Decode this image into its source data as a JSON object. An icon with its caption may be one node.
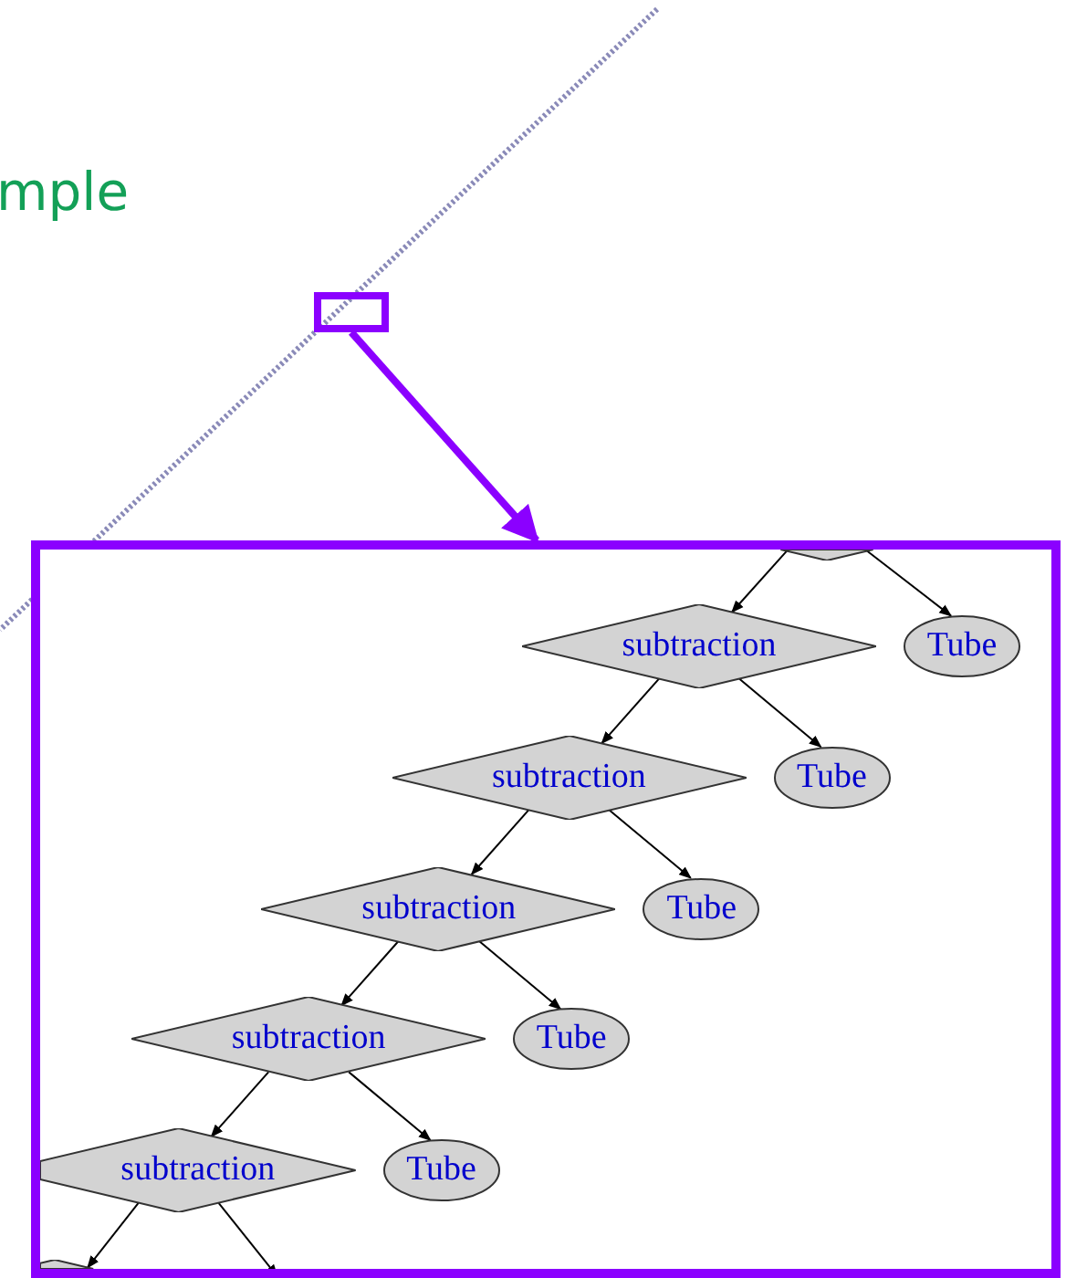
{
  "diagram": {
    "title": "mple",
    "nodes": [
      {
        "text": [],
        "shape": "box"
      },
      {
        "text": [],
        "shape": "box"
      },
      {
        "text": [],
        "shape": "diamond",
        "in": 1
      },
      {
        "text": [
          "subtraction"
        ],
        "in": 1
      },
      {
        "text": [
          "Tube"
        ],
        "in": 1
      },
      {
        "text": [
          "subtraction"
        ],
        "in": 1
      },
      {
        "text": [
          "Tube"
        ],
        "in": 1
      },
      {
        "text": [
          "subtraction"
        ],
        "in": 1
      },
      {
        "text": [
          "Tube"
        ],
        "in": 1
      },
      {
        "text": [
          "subtraction"
        ],
        "in": 1
      },
      {
        "text": [
          "Tube"
        ],
        "in": 1
      },
      {
        "text": [
          "subtraction"
        ],
        "in": 1
      },
      {
        "text": [
          "Tube"
        ],
        "in": 1
      },
      {
        "text": [],
        "shape": "diamond",
        "in": 1
      }
    ],
    "edges": [
      {
        "from": 0,
        "to": 1,
        "arrow": "to",
        "style": "thick",
        "color": "#8b00ff"
      },
      {
        "from": 2,
        "to": 3,
        "arrow": "to"
      },
      {
        "from": 2,
        "to": 4,
        "arrow": "to"
      },
      {
        "from": 3,
        "to": 5,
        "arrow": "to"
      },
      {
        "from": 3,
        "to": 6,
        "arrow": "to"
      },
      {
        "from": 5,
        "to": 7,
        "arrow": "to"
      },
      {
        "from": 5,
        "to": 8,
        "arrow": "to"
      },
      {
        "from": 7,
        "to": 9,
        "arrow": "to"
      },
      {
        "from": 7,
        "to": 10,
        "arrow": "to"
      },
      {
        "from": 9,
        "to": 11,
        "arrow": "to"
      },
      {
        "from": 9,
        "to": 12,
        "arrow": "to"
      },
      {
        "from": 11,
        "to": 13,
        "arrow": "to"
      },
      {
        "from": 11,
        "to": null,
        "arrow": "to"
      }
    ]
  }
}
